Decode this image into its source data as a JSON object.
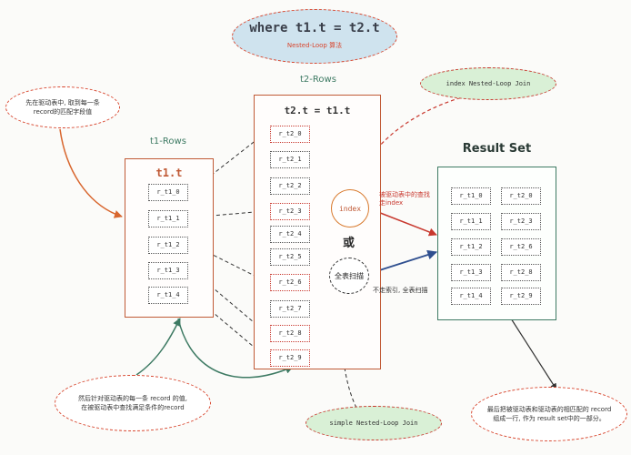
{
  "title": {
    "main": "where t1.t = t2.t",
    "sub": "Nested-Loop 算法"
  },
  "t1": {
    "label": "t1-Rows",
    "table_title": "t1.t",
    "rows": [
      "r_t1_0",
      "r_t1_1",
      "r_t1_2",
      "r_t1_3",
      "r_t1_4"
    ]
  },
  "t2": {
    "label": "t2-Rows",
    "table_title": "t2.t = t1.t",
    "rows": [
      "r_t2_0",
      "r_t2_1",
      "r_t2_2",
      "r_t2_3",
      "r_t2_4",
      "r_t2_5",
      "r_t2_6",
      "r_t2_7",
      "r_t2_8",
      "r_t2_9"
    ]
  },
  "result": {
    "title": "Result Set",
    "left": [
      "r_t1_0",
      "r_t1_1",
      "r_t1_2",
      "r_t1_3",
      "r_t1_4"
    ],
    "right": [
      "r_t2_0",
      "r_t2_3",
      "r_t2_6",
      "r_t2_8",
      "r_t2_9"
    ]
  },
  "access": {
    "index": "index",
    "or": "或",
    "fullscan": "全表扫描",
    "index_note": "被驱动表中的查找\n走index",
    "fullscan_note": "不走索引, 全表扫描"
  },
  "notes": {
    "index_join": "index Nested-Loop Join",
    "simple_join": "simple Nested-Loop Join",
    "step1": "先在驱动表中, 取到每一条\nrecord的匹配字段值",
    "step2": "然后针对驱动表的每一条 record 的值,\n在被驱动表中查找满足条件的record",
    "step3": "最后把被驱动表和驱动表的相匹配的 record\n组成一行, 作为 result set中的一部分。"
  },
  "colors": {
    "accent_red": "#c8382e",
    "accent_orange": "#d87a2e",
    "accent_green": "#3d7a63",
    "accent_blue": "#2f4f8f"
  }
}
